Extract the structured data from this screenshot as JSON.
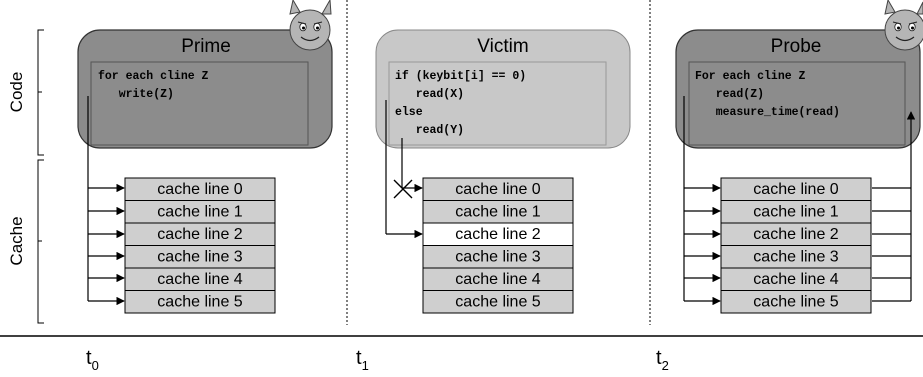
{
  "side_labels": {
    "code": "Code",
    "cache": "Cache"
  },
  "panels": [
    {
      "title": "Prime",
      "code_lines": [
        "for each cline Z",
        "   write(Z)"
      ],
      "cache_lines": [
        "cache line 0",
        "cache line 1",
        "cache line 2",
        "cache line 3",
        "cache line 4",
        "cache line 5"
      ],
      "highlighted_line": null,
      "has_devil": true
    },
    {
      "title": "Victim",
      "code_lines": [
        "if (keybit[i] == 0)",
        "   read(X)",
        "else",
        "   read(Y)"
      ],
      "cache_lines": [
        "cache line 0",
        "cache line 1",
        "cache line 2",
        "cache line 3",
        "cache line 4",
        "cache line 5"
      ],
      "highlighted_line": 2,
      "has_devil": false
    },
    {
      "title": "Probe",
      "code_lines": [
        "For each cline Z",
        "   read(Z)",
        "   measure_time(read)"
      ],
      "cache_lines": [
        "cache line 0",
        "cache line 1",
        "cache line 2",
        "cache line 3",
        "cache line 4",
        "cache line 5"
      ],
      "highlighted_line": null,
      "has_devil": true
    }
  ],
  "timeline": [
    {
      "label": "t",
      "sub": "0"
    },
    {
      "label": "t",
      "sub": "1"
    },
    {
      "label": "t",
      "sub": "2"
    }
  ],
  "colors": {
    "attacker_panel": "#8c8c8c",
    "victim_panel": "#c8c8c8",
    "cache_cell": "#cfcfcf",
    "highlight_cell": "#ffffff",
    "devil": "#b5b5b5"
  }
}
